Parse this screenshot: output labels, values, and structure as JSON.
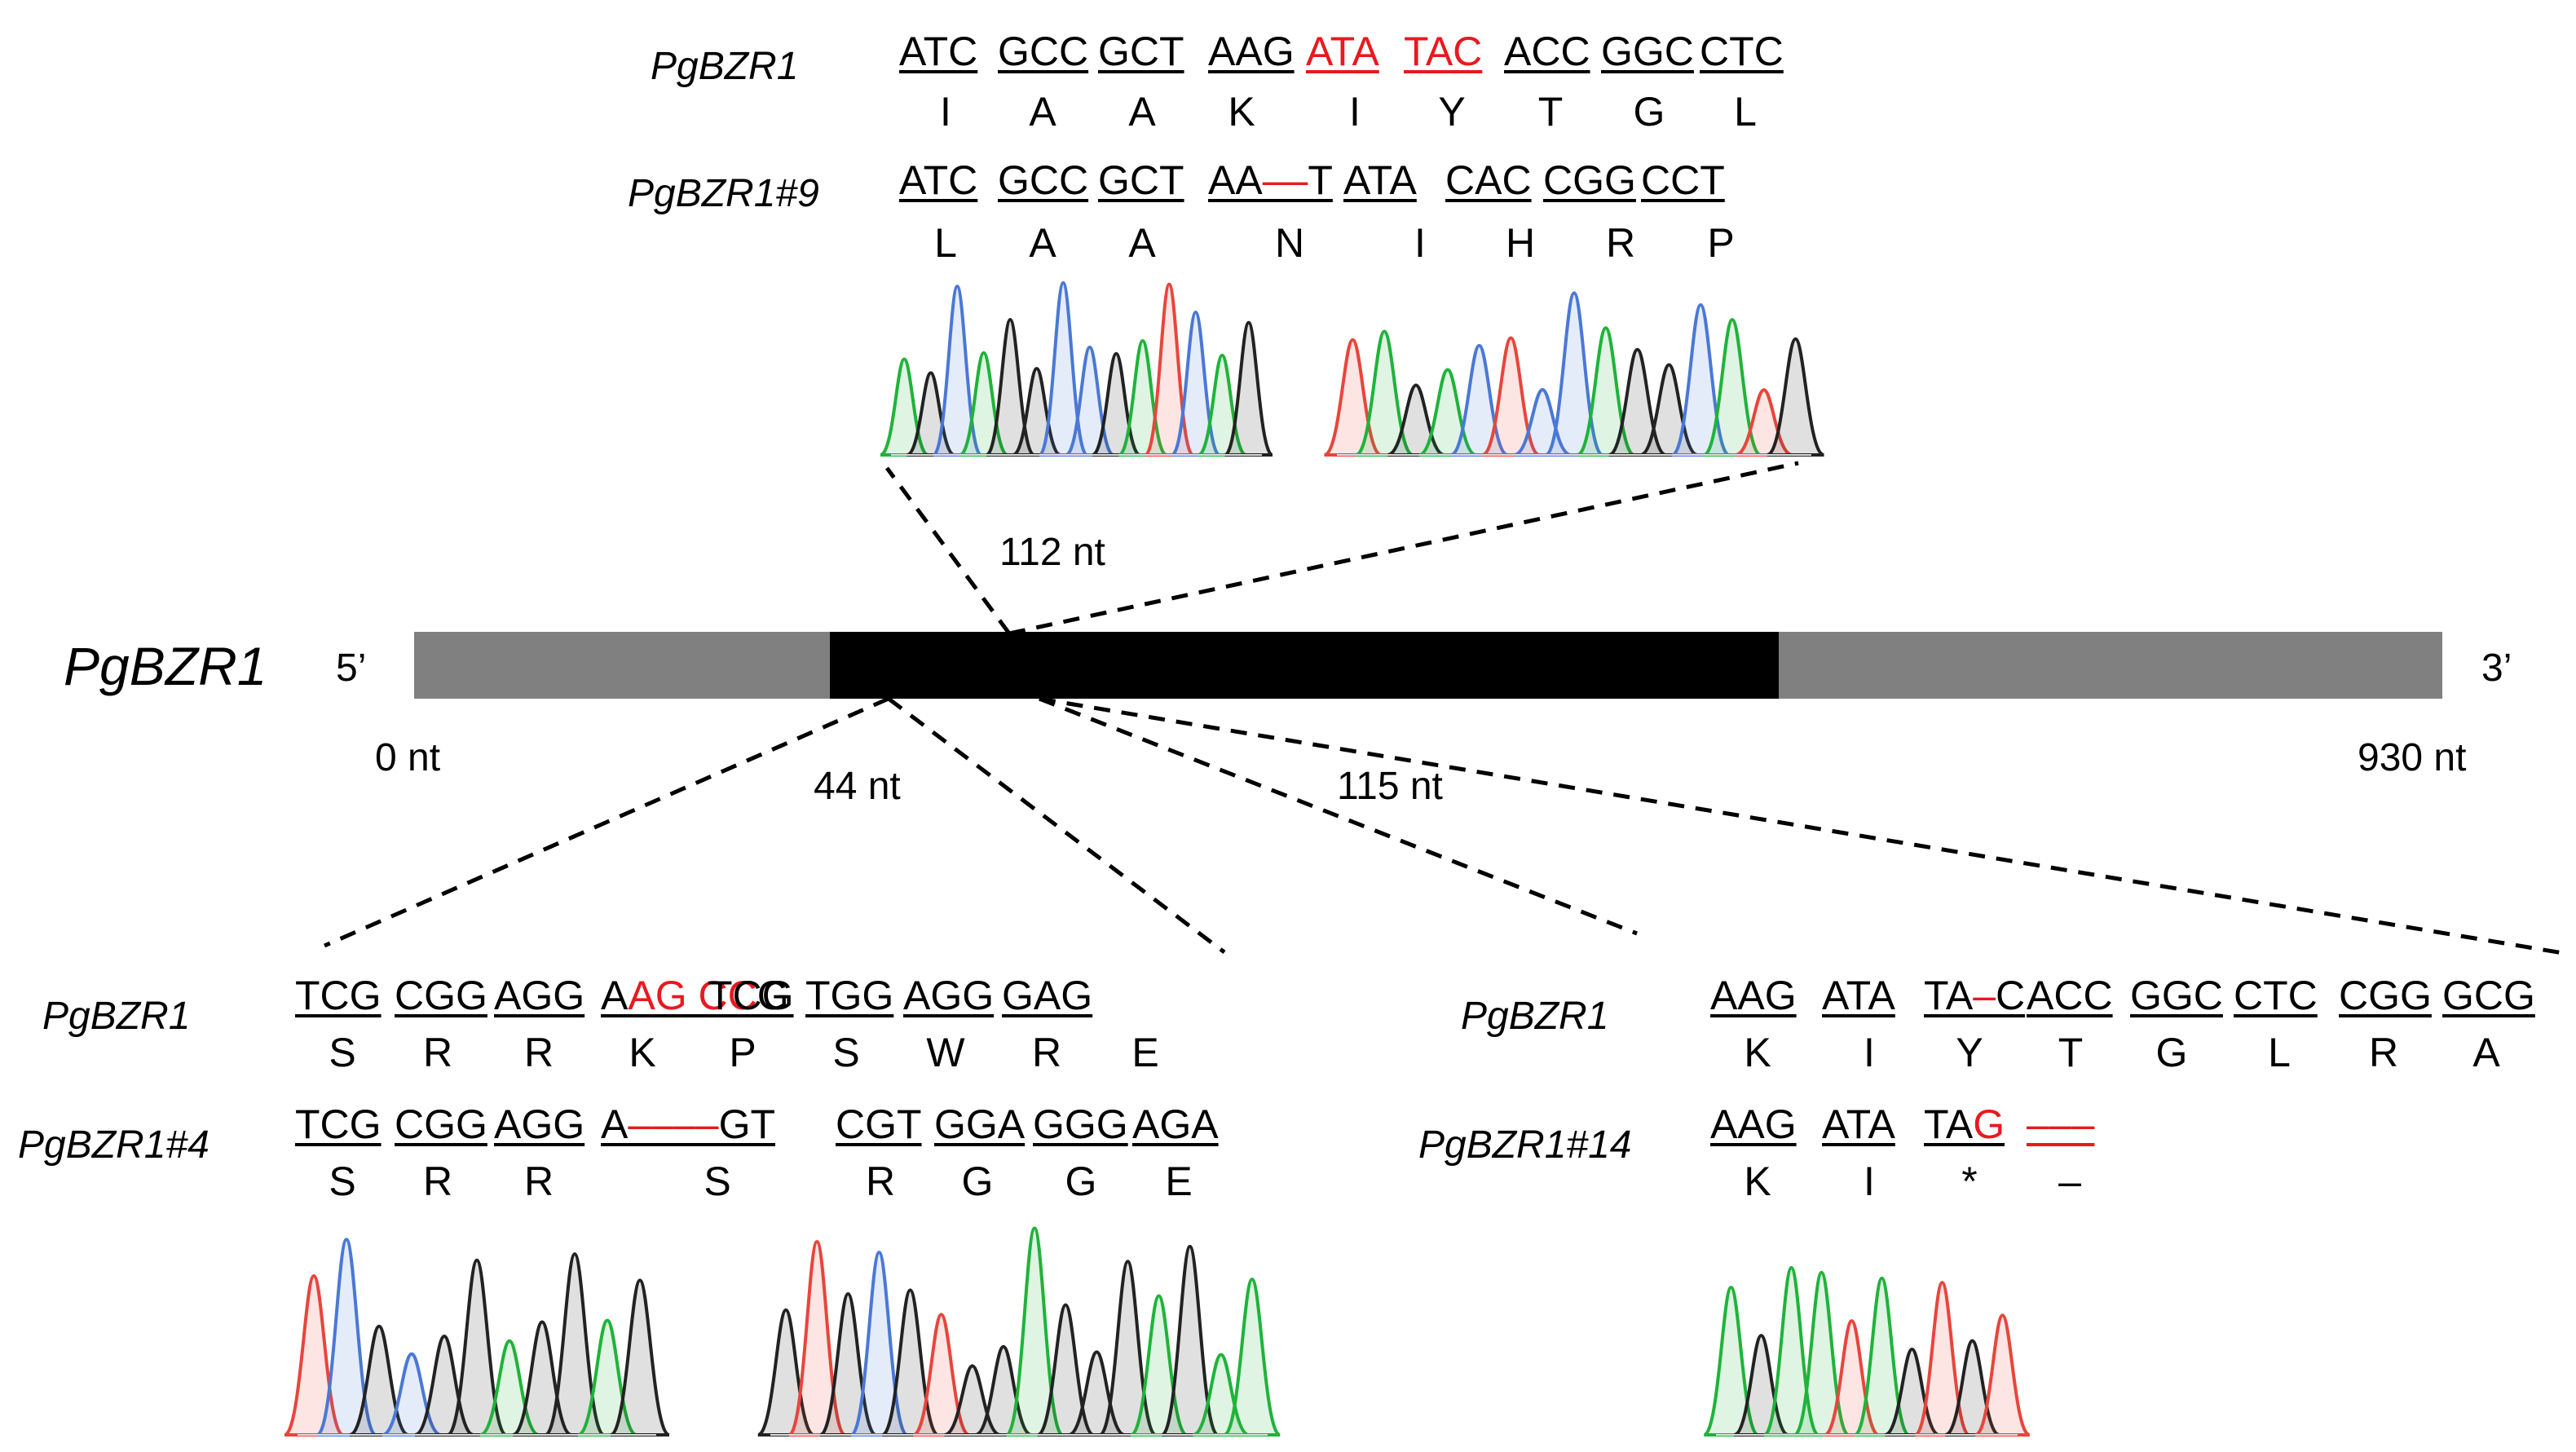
{
  "gene": {
    "name": "PgBZR1",
    "five_prime": "5’",
    "three_prime": "3’",
    "start": "0 nt",
    "end": "930 nt",
    "colors": {
      "utr": "#808080",
      "cds": "#000000",
      "mutation": "#e8191f"
    }
  },
  "targets": [
    {
      "position": "112 nt"
    },
    {
      "position": "44 nt"
    },
    {
      "position": "115 nt"
    }
  ],
  "panels": [
    {
      "site": "112 nt",
      "rows": [
        {
          "label": "PgBZR1",
          "codons": [
            {
              "parts": [
                {
                  "t": "ATC"
                }
              ]
            },
            {
              "parts": [
                {
                  "t": "GCC"
                }
              ]
            },
            {
              "parts": [
                {
                  "t": "GCT"
                }
              ]
            },
            {
              "parts": [
                {
                  "t": "AAG"
                }
              ]
            },
            {
              "parts": [
                {
                  "t": "ATA",
                  "red": true
                }
              ],
              "lineRed": true
            },
            {
              "parts": [
                {
                  "t": "TAC",
                  "red": true
                }
              ],
              "lineRed": true
            },
            {
              "parts": [
                {
                  "t": "ACC"
                }
              ]
            },
            {
              "parts": [
                {
                  "t": "GGC"
                }
              ]
            },
            {
              "parts": [
                {
                  "t": "CTC"
                }
              ]
            }
          ],
          "aa": [
            {
              "t": "I"
            },
            {
              "t": "A"
            },
            {
              "t": "A"
            },
            {
              "t": "K"
            },
            {
              "t": "I",
              "red": true
            },
            {
              "t": "Y",
              "red": true
            },
            {
              "t": "T"
            },
            {
              "t": "G"
            },
            {
              "t": "L"
            }
          ]
        },
        {
          "label": "PgBZR1#9",
          "codons": [
            {
              "parts": [
                {
                  "t": "ATC"
                }
              ]
            },
            {
              "parts": [
                {
                  "t": "GCC"
                }
              ]
            },
            {
              "parts": [
                {
                  "t": "GCT"
                }
              ]
            },
            {
              "parts": [
                {
                  "t": "AA"
                },
                {
                  "t": "––",
                  "red": true
                },
                {
                  "t": "T"
                }
              ]
            },
            {
              "parts": [
                {
                  "t": "ATA"
                }
              ]
            },
            {
              "parts": [
                {
                  "t": "CAC"
                }
              ]
            },
            {
              "parts": [
                {
                  "t": "CGG"
                }
              ]
            },
            {
              "parts": [
                {
                  "t": "CCT"
                }
              ]
            }
          ],
          "aa": [
            {
              "t": "L"
            },
            {
              "t": "A"
            },
            {
              "t": "A"
            },
            {
              "t": "N"
            },
            {
              "t": "I"
            },
            {
              "t": "H"
            },
            {
              "t": "R"
            },
            {
              "t": "P"
            }
          ]
        }
      ]
    },
    {
      "site": "44 nt",
      "rows": [
        {
          "label": "PgBZR1",
          "codons": [
            {
              "parts": [
                {
                  "t": "TCG"
                }
              ]
            },
            {
              "parts": [
                {
                  "t": "CGG"
                }
              ]
            },
            {
              "parts": [
                {
                  "t": "AGG"
                }
              ]
            },
            {
              "parts": [
                {
                  "t": "A"
                },
                {
                  "t": "AG",
                  "red": true
                },
                {
                  "t": " "
                },
                {
                  "t": "CC",
                  "red": true
                },
                {
                  "t": "G"
                }
              ]
            },
            {
              "parts": [
                {
                  "t": "TCG"
                }
              ]
            },
            {
              "parts": [
                {
                  "t": "TGG"
                }
              ]
            },
            {
              "parts": [
                {
                  "t": "AGG"
                }
              ]
            },
            {
              "parts": [
                {
                  "t": "GAG"
                }
              ]
            }
          ],
          "aa": [
            {
              "t": "S"
            },
            {
              "t": "R"
            },
            {
              "t": "R"
            },
            {
              "t": "K",
              "red": true
            },
            {
              "t": "P",
              "red": true
            },
            {
              "t": "S"
            },
            {
              "t": "W"
            },
            {
              "t": "R"
            },
            {
              "t": "E"
            }
          ]
        },
        {
          "label": "PgBZR1#4",
          "codons": [
            {
              "parts": [
                {
                  "t": "TCG"
                }
              ]
            },
            {
              "parts": [
                {
                  "t": "CGG"
                }
              ]
            },
            {
              "parts": [
                {
                  "t": "AGG"
                }
              ]
            },
            {
              "parts": [
                {
                  "t": "A"
                },
                {
                  "t": "––––",
                  "red": true
                },
                {
                  "t": "GT"
                }
              ]
            },
            {
              "parts": [
                {
                  "t": "CGT"
                }
              ]
            },
            {
              "parts": [
                {
                  "t": "GGA"
                }
              ]
            },
            {
              "parts": [
                {
                  "t": "GGG"
                }
              ]
            },
            {
              "parts": [
                {
                  "t": "AGA"
                }
              ]
            }
          ],
          "aa": [
            {
              "t": "S"
            },
            {
              "t": "R"
            },
            {
              "t": "R"
            },
            {
              "t": "S"
            },
            {
              "t": "R"
            },
            {
              "t": "G"
            },
            {
              "t": "G"
            },
            {
              "t": "E"
            }
          ]
        }
      ]
    },
    {
      "site": "115 nt",
      "rows": [
        {
          "label": "PgBZR1",
          "codons": [
            {
              "parts": [
                {
                  "t": "AAG"
                }
              ]
            },
            {
              "parts": [
                {
                  "t": "ATA"
                }
              ]
            },
            {
              "parts": [
                {
                  "t": "TA"
                },
                {
                  "t": "–",
                  "red": true
                },
                {
                  "t": "C"
                }
              ]
            },
            {
              "parts": [
                {
                  "t": "ACC"
                }
              ]
            },
            {
              "parts": [
                {
                  "t": "GGC"
                }
              ]
            },
            {
              "parts": [
                {
                  "t": "CTC"
                }
              ]
            },
            {
              "parts": [
                {
                  "t": "CGG"
                }
              ]
            },
            {
              "parts": [
                {
                  "t": "GCG"
                }
              ]
            }
          ],
          "aa": [
            {
              "t": "K"
            },
            {
              "t": "I"
            },
            {
              "t": "Y"
            },
            {
              "t": "T"
            },
            {
              "t": "G"
            },
            {
              "t": "L"
            },
            {
              "t": "R"
            },
            {
              "t": "A"
            }
          ]
        },
        {
          "label": "PgBZR1#14",
          "codons": [
            {
              "parts": [
                {
                  "t": "AAG"
                }
              ]
            },
            {
              "parts": [
                {
                  "t": "ATA"
                }
              ]
            },
            {
              "parts": [
                {
                  "t": "TA"
                },
                {
                  "t": "G",
                  "red": true
                }
              ]
            },
            {
              "parts": [
                {
                  "t": "–––",
                  "red": true
                }
              ],
              "lineRed": true
            }
          ],
          "aa": [
            {
              "t": "K"
            },
            {
              "t": "I"
            },
            {
              "t": "*",
              "red": true
            },
            {
              "t": "–",
              "red": true
            }
          ]
        }
      ]
    }
  ],
  "chromatogram_colors": {
    "A": "#1fb33a",
    "C": "#4a78d6",
    "G": "#222222",
    "T": "#e8453c"
  }
}
